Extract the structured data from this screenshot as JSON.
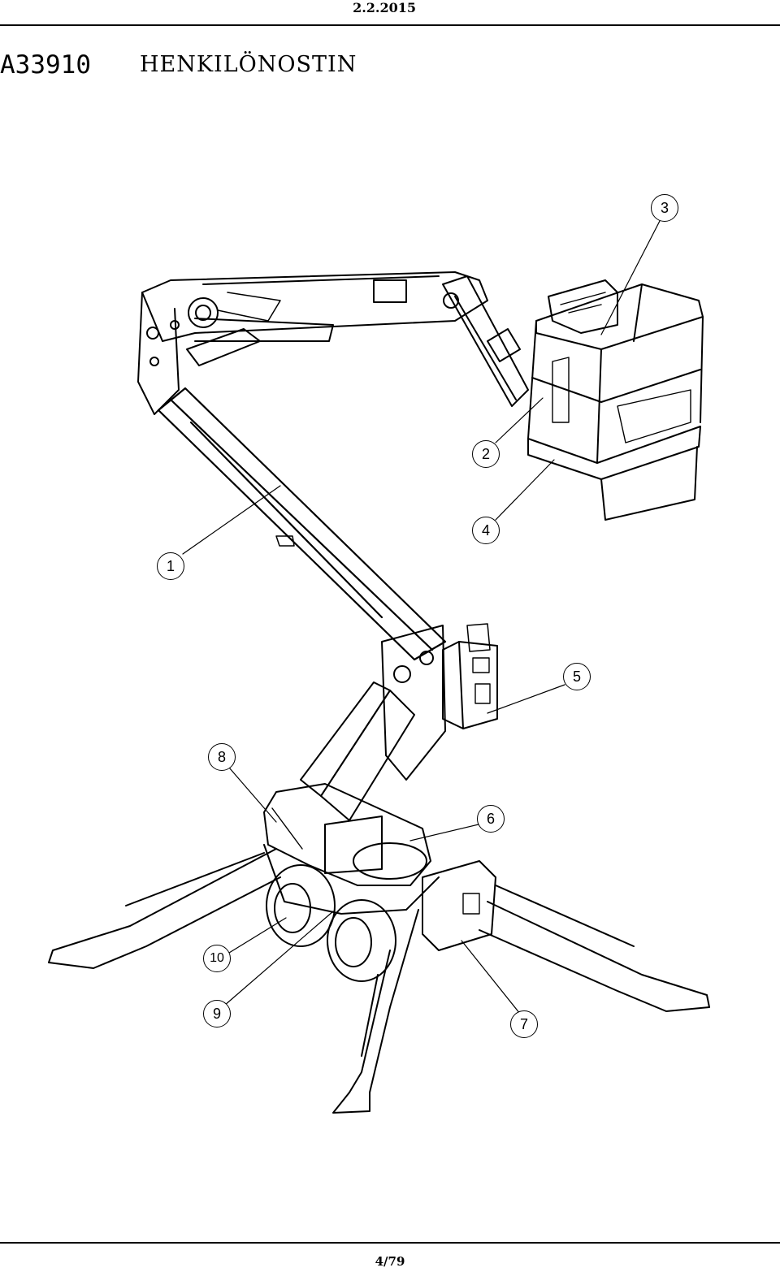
{
  "header": {
    "date": "2.2.2015",
    "code": "A33910",
    "title": "HENKILÖNOSTIN"
  },
  "figure": {
    "callouts": [
      "1",
      "2",
      "3",
      "4",
      "5",
      "6",
      "7",
      "8",
      "9",
      "10"
    ]
  },
  "footer": {
    "page": "4/79"
  }
}
